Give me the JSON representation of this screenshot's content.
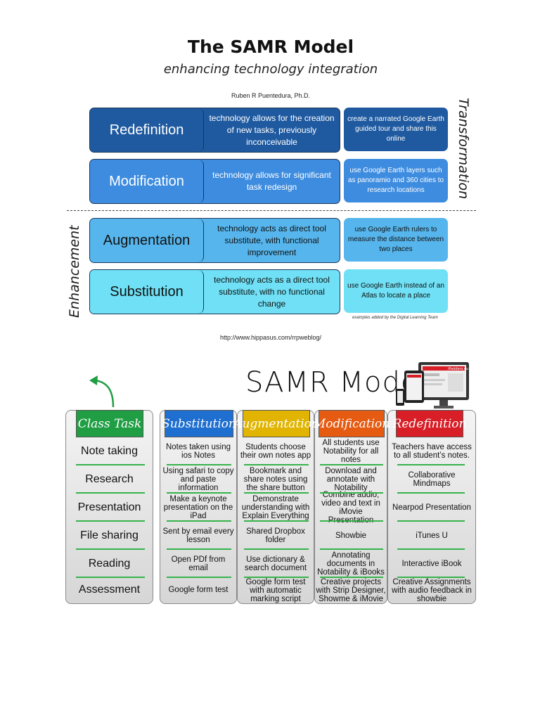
{
  "top": {
    "title": "The SAMR Model",
    "subtitle": "enhancing technology integration",
    "author": "Ruben R Puentedura, Ph.D.",
    "transformation_label": "Transformation",
    "enhancement_label": "Enhancement",
    "levels": [
      {
        "name": "Redefinition",
        "description": "technology allows for the creation of new tasks, previously inconceivable",
        "example": "create a narrated Google Earth guided tour and share this online"
      },
      {
        "name": "Modification",
        "description": "technology allows for significant task redesign",
        "example": "use Google Earth layers such as panoramio and 360 cities to research locations"
      },
      {
        "name": "Augmentation",
        "description": "technology acts as direct tool substitute, with functional improvement",
        "example": "use Google Earth rulers to measure the distance between two places"
      },
      {
        "name": "Substitution",
        "description": "technology acts as a direct tool substitute, with no functional change",
        "example": "use Google Earth instead of an Atlas to locate a place"
      }
    ],
    "examples_note": "examples added by the Digital Learning Team",
    "url": "http://www.hippasus.com/rrpweblog/"
  },
  "bottom": {
    "title": "SAMR Model",
    "device_label": "iPadders.eu",
    "headers": [
      "Class Task",
      "Substitution",
      "Augmentation",
      "Modification",
      "Redefinition"
    ],
    "rows": [
      [
        "Note taking",
        "Notes taken using ios Notes",
        "Students choose their own notes app",
        "All students use Notability for all notes",
        "Teachers have access to all student’s notes."
      ],
      [
        "Research",
        "Using safari to copy and paste information",
        "Bookmark and share notes using the share button",
        "Download and annotate with Notability",
        "Collaborative Mindmaps"
      ],
      [
        "Presentation",
        "Make a keynote presentation on the iPad",
        "Demonstrate understanding with Explain Everything",
        "Combine audio, video and text in iMovie Presentation",
        "Nearpod Presentation"
      ],
      [
        "File sharing",
        "Sent by email every lesson",
        "Shared Dropbox folder",
        "Showbie",
        "iTunes U"
      ],
      [
        "Reading",
        "Open PDf from email",
        "Use dictionary & search document",
        "Annotating documents in Notability & iBooks",
        "Interactive iBook"
      ],
      [
        "Assessment",
        "Google form test",
        "Google form test with automatic marking script",
        "Creative projects with Strip Designer, Showme & iMovie",
        "Creative Assignments with audio feedback in showbie"
      ]
    ]
  },
  "colors": {
    "redefinition": "#1f5aa0",
    "modification": "#3d8ce0",
    "augmentation": "#56b5ec",
    "substitution": "#6fe0f5",
    "class_task": "#1f9e43",
    "substitution_head": "#1f6fd0",
    "augmentation_head": "#e0b400",
    "modification_head": "#e65b12",
    "redefinition_head": "#d81e26",
    "row_line": "#36b34a"
  }
}
